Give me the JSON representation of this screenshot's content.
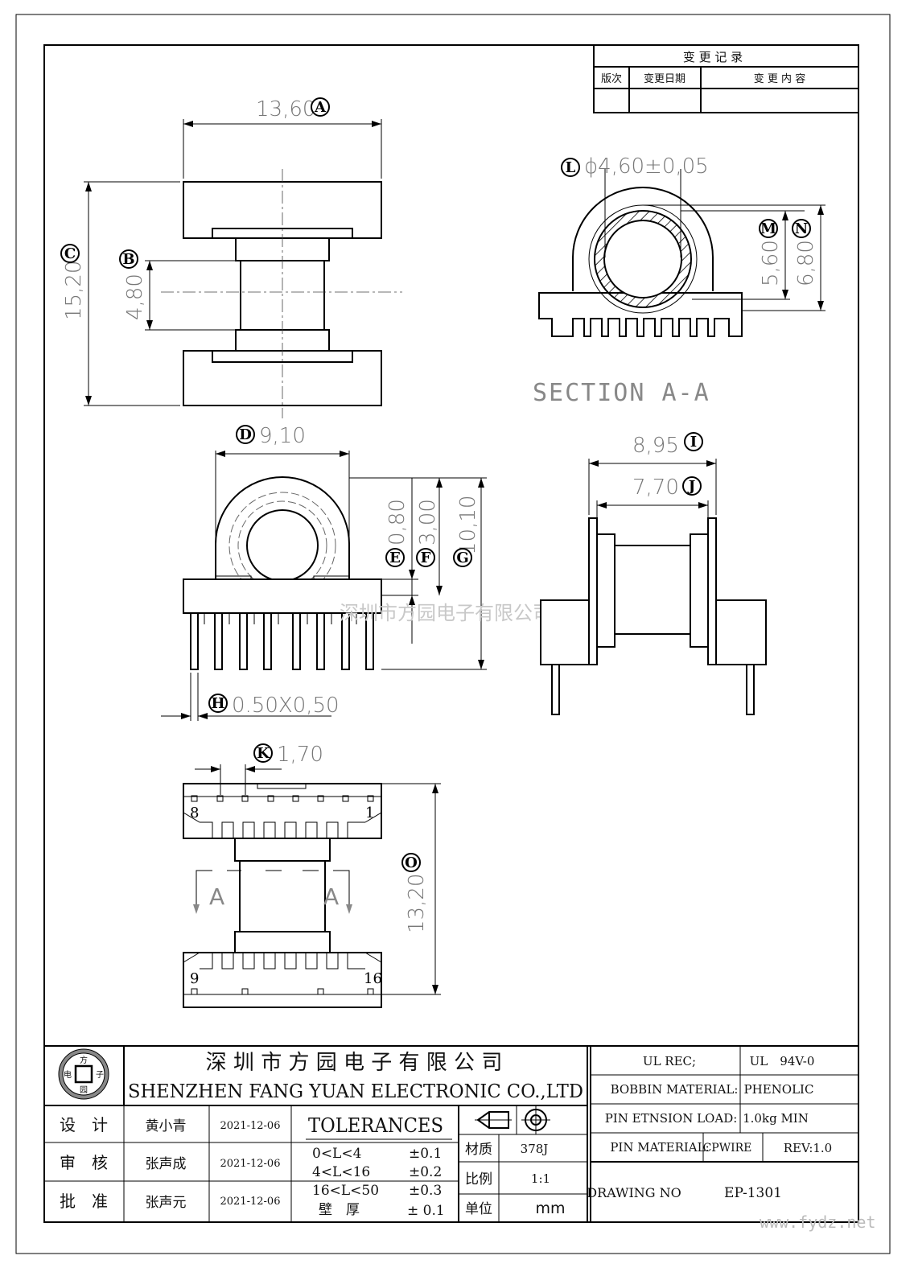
{
  "revision_block": {
    "title": "变 更 记 录",
    "col_version": "版次",
    "col_date": "变更日期",
    "col_content": "变 更 内 容"
  },
  "dimensions": {
    "A": {
      "letter": "A",
      "value": "13,60"
    },
    "B": {
      "letter": "B",
      "value": "4,80"
    },
    "C": {
      "letter": "C",
      "value": "15,20"
    },
    "D": {
      "letter": "D",
      "value": "9,10"
    },
    "E": {
      "letter": "E",
      "value": "0,80"
    },
    "F": {
      "letter": "F",
      "value": "3,00"
    },
    "G": {
      "letter": "G",
      "value": "10,10"
    },
    "H": {
      "letter": "H",
      "value": "0.50X0,50"
    },
    "I": {
      "letter": "I",
      "value": "8,95"
    },
    "J": {
      "letter": "J",
      "value": "7,70"
    },
    "K": {
      "letter": "K",
      "value": "1,70"
    },
    "L": {
      "letter": "L",
      "value": "ϕ4,60±0,05"
    },
    "M": {
      "letter": "M",
      "value": "5,60"
    },
    "N": {
      "letter": "N",
      "value": "6,80"
    },
    "O": {
      "letter": "O",
      "value": "13,20"
    }
  },
  "section_label": "SECTION A-A",
  "section_marker": "A",
  "pin_labels": {
    "p8": "8",
    "p1": "1",
    "p9": "9",
    "p16": "16"
  },
  "watermark": "深圳市方园电子有限公司",
  "title_block": {
    "company_cn": "深 圳 市 方 园 电 子 有 限 公 司",
    "company_en": "SHENZHEN FANG YUAN ELECTRONIC CO.,LTD",
    "logo_chars": {
      "top": "方",
      "left": "电",
      "right": "子",
      "bottom": "园"
    },
    "signoff": [
      {
        "role": "设　计",
        "name": "黄小青",
        "date": "2021-12-06"
      },
      {
        "role": "审　核",
        "name": "张声成",
        "date": "2021-12-06"
      },
      {
        "role": "批　准",
        "name": "张声元",
        "date": "2021-12-06"
      }
    ],
    "tolerances": {
      "title": "TOLERANCES",
      "rows": [
        {
          "range": "0<L<4",
          "tol": "±0.1"
        },
        {
          "range": "4<L<16",
          "tol": "±0.2"
        },
        {
          "range": "16<L<50",
          "tol": "±0.3"
        },
        {
          "range": "壁　厚",
          "tol": "± 0.1"
        }
      ]
    },
    "material_label": "材质",
    "material_value": "378J",
    "scale_label": "比例",
    "scale_value": "1:1",
    "unit_label": "单位",
    "unit_value": "mm",
    "ul_rec_label": "UL REC;",
    "ul_rec_value": "UL　94V-0",
    "bobbin_material_label": "BOBBIN MATERIAL:",
    "bobbin_material_value": "PHENOLIC",
    "pin_load_label": "PIN ETNSION LOAD:",
    "pin_load_value": "1.0kg MIN",
    "pin_material_label": "PIN MATERIAL:",
    "pin_material_value": "CPWIRE",
    "rev": "REV:1.0",
    "drawing_no_label": "DRAWING NO",
    "drawing_no_value": "EP-1301"
  },
  "site_watermark": "www.fydz.net"
}
